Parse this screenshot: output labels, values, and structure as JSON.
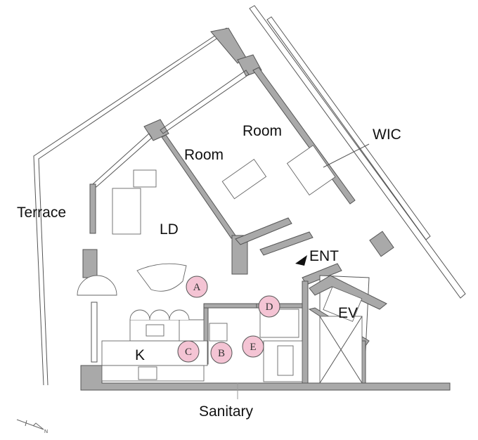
{
  "rooms": {
    "room1": "Room",
    "room2": "Room",
    "wic": "WIC",
    "terrace": "Terrace",
    "ld": "LD",
    "ent": "ENT",
    "ev": "EV",
    "k": "K",
    "sanitary": "Sanitary"
  },
  "markers": [
    "A",
    "B",
    "C",
    "D",
    "E"
  ],
  "compass": {
    "label": "N"
  },
  "colors": {
    "wall": "#a9a9a9",
    "marker": "#f4c4d4"
  }
}
